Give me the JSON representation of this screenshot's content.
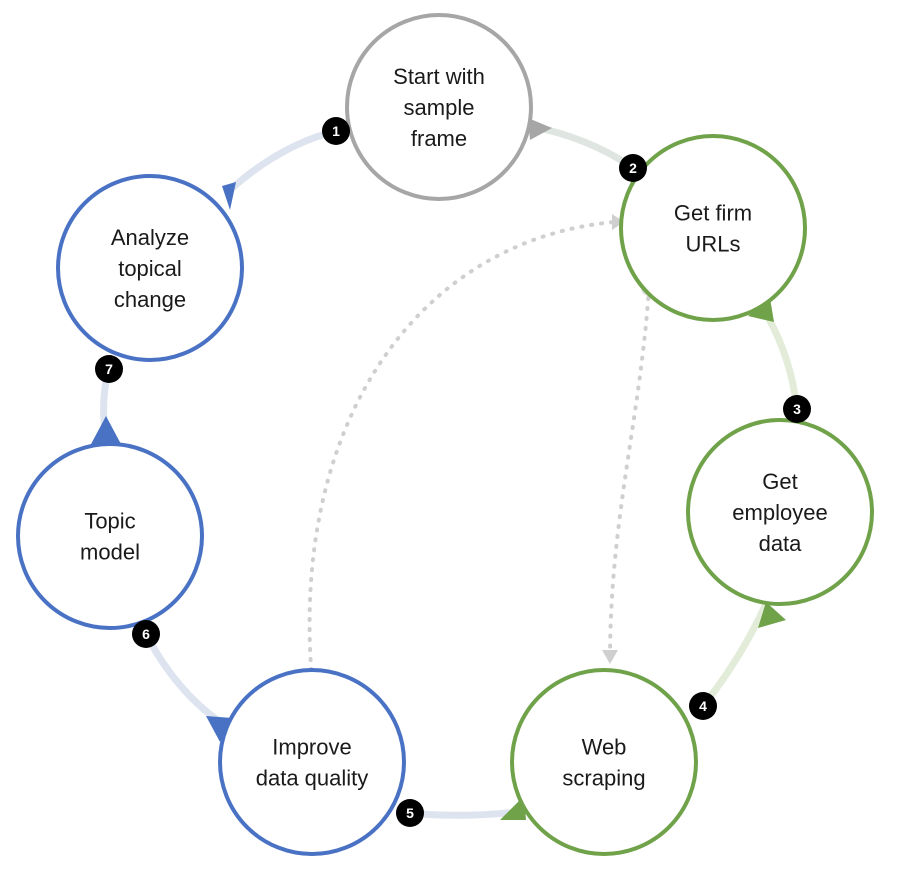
{
  "colors": {
    "gray": "#a6a6a6",
    "green": "#70a24a",
    "blue": "#4a72c4",
    "connector_gray": "#dfe5e1",
    "connector_green": "#e3ecd9",
    "connector_blue": "#dde3ef",
    "dotted": "#cfcfcf",
    "badge": "#000000"
  },
  "steps": [
    {
      "number": "1",
      "lines": [
        "Start with",
        "sample",
        "frame"
      ],
      "color": "gray"
    },
    {
      "number": "2",
      "lines": [
        "Get firm",
        "URLs"
      ],
      "color": "green"
    },
    {
      "number": "3",
      "lines": [
        "Get",
        "employee",
        "data"
      ],
      "color": "green"
    },
    {
      "number": "4",
      "lines": [
        "Web",
        "scraping"
      ],
      "color": "green"
    },
    {
      "number": "5",
      "lines": [
        "Improve",
        "data quality"
      ],
      "color": "blue"
    },
    {
      "number": "6",
      "lines": [
        "Topic",
        "model"
      ],
      "color": "blue"
    },
    {
      "number": "7",
      "lines": [
        "Analyze",
        "topical",
        "change"
      ],
      "color": "blue"
    }
  ],
  "feedback_links": [
    {
      "from": "Improve data quality",
      "to": "Get firm URLs",
      "style": "dotted"
    },
    {
      "from": "Get firm URLs",
      "to": "Web scraping",
      "style": "dotted"
    }
  ]
}
